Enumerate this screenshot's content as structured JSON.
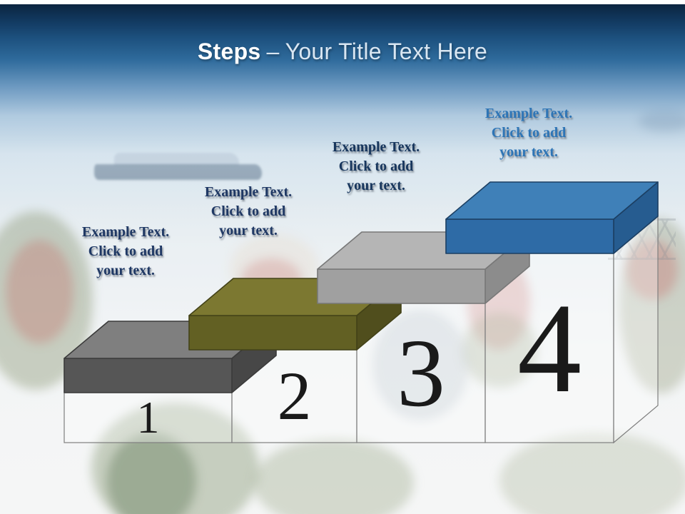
{
  "title": {
    "emphasis": "Steps",
    "separator": "–",
    "rest": "Your Title Text Here",
    "emphasis_color": "#ffffff",
    "rest_color": "#d9e6f2"
  },
  "steps": [
    {
      "number": "1",
      "label": "Example Text.\nClick to add\nyour text.",
      "label_color": "#1f3864",
      "top_color": "#7f7f7f",
      "front_color": "#565656",
      "side_color": "#474747",
      "edge_color": "#3b3b3b"
    },
    {
      "number": "2",
      "label": "Example Text.\nClick to add\nyour text.",
      "label_color": "#1f3864",
      "top_color": "#7c7831",
      "front_color": "#626023",
      "side_color": "#504e1d",
      "edge_color": "#434218"
    },
    {
      "number": "3",
      "label": "Example Text.\nClick to add\nyour text.",
      "label_color": "#17365d",
      "top_color": "#b5b5b5",
      "front_color": "#a0a0a0",
      "side_color": "#8c8c8c",
      "edge_color": "#787878"
    },
    {
      "number": "4",
      "label": "Example Text.\nClick to add\nyour text.",
      "label_color": "#2e75b6",
      "top_color": "#3f80b8",
      "front_color": "#2e6ba6",
      "side_color": "#265c90",
      "edge_color": "#1c3f63"
    }
  ],
  "decor": {
    "column_stroke": "#7f7f7f",
    "number_color": "#1a1a1a"
  }
}
